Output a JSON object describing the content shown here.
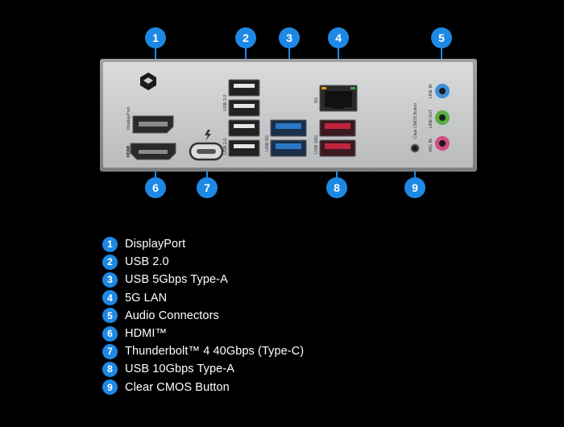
{
  "plate_labels": {
    "displayport": "DisplayPort",
    "hdmi": "HDMI",
    "usb2_top": "USB 2.0",
    "usb2_bottom": "USB 2.0",
    "usb5g": "USB 5G",
    "usb10g": "USB 10G",
    "lan": "5G",
    "clear_cmos": "Clear CMOS Button",
    "line_in": "LINE IN",
    "line_out": "LINE OUT",
    "mic_in": "MIC IN"
  },
  "callouts": [
    "1",
    "2",
    "3",
    "4",
    "5",
    "6",
    "7",
    "8",
    "9"
  ],
  "legend": [
    {
      "num": "1",
      "label": "DisplayPort"
    },
    {
      "num": "2",
      "label": "USB 2.0"
    },
    {
      "num": "3",
      "label": "USB 5Gbps Type-A"
    },
    {
      "num": "4",
      "label": "5G LAN"
    },
    {
      "num": "5",
      "label": "Audio Connectors"
    },
    {
      "num": "6",
      "label": "HDMI™"
    },
    {
      "num": "7",
      "label": "Thunderbolt™ 4 40Gbps (Type-C)"
    },
    {
      "num": "8",
      "label": "USB 10Gbps Type-A"
    },
    {
      "num": "9",
      "label": "Clear CMOS Button"
    }
  ],
  "colors": {
    "callout": "#1e88e5",
    "plate": "#c9cbcd",
    "usb5g": "#2b78c8",
    "usb10g": "#c0243e",
    "audio_blue": "#3d8ed8",
    "audio_green": "#5cae43",
    "audio_pink": "#d44a82"
  }
}
